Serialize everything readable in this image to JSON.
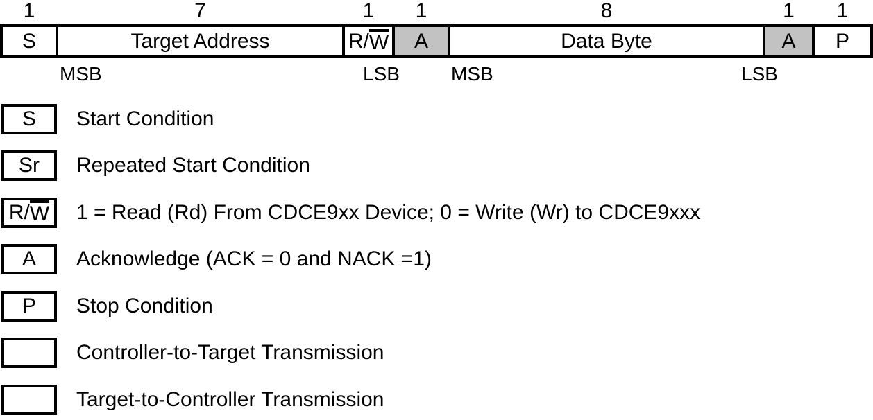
{
  "frame": {
    "cells": [
      {
        "bits": "1",
        "label": "S"
      },
      {
        "bits": "7",
        "label": "Target Address"
      },
      {
        "bits": "1",
        "label_prefix": "R/",
        "label_overline": "W"
      },
      {
        "bits": "1",
        "label": "A"
      },
      {
        "bits": "8",
        "label": "Data Byte"
      },
      {
        "bits": "1",
        "label": "A"
      },
      {
        "bits": "1",
        "label": "P"
      }
    ],
    "bit_position_labels": [
      "MSB",
      "LSB",
      "MSB",
      "LSB"
    ]
  },
  "legend": {
    "items": [
      {
        "symbol": "S",
        "description": "Start Condition"
      },
      {
        "symbol": "Sr",
        "description": "Repeated Start Condition"
      },
      {
        "symbol_prefix": "R/",
        "symbol_overline": "W",
        "description": "1 = Read (Rd) From CDCE9xx Device; 0 = Write (Wr) to CDCE9xxx"
      },
      {
        "symbol": "A",
        "description": "Acknowledge (ACK = 0 and NACK =1)"
      },
      {
        "symbol": "P",
        "description": "Stop Condition"
      },
      {
        "symbol": "",
        "description": "Controller-to-Target Transmission"
      },
      {
        "symbol": "",
        "description": "Target-to-Controller Transmission"
      }
    ]
  },
  "colors": {
    "target_to_controller_fill": "#c2c2c2",
    "controller_to_target_fill": "#ffffff",
    "line": "#000000",
    "background": "#ffffff"
  }
}
